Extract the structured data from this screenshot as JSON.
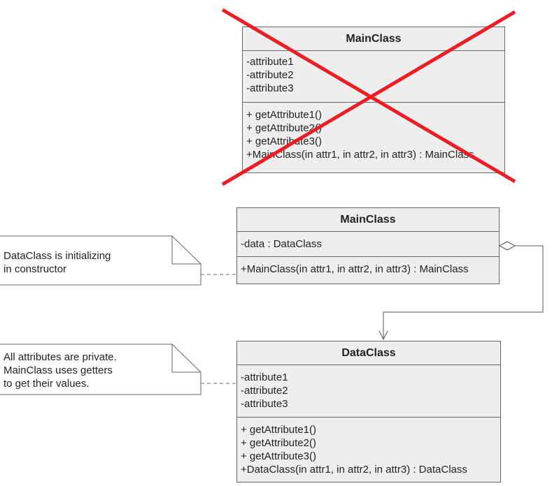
{
  "crossed_class": {
    "name": "MainClass",
    "attributes": [
      "-attribute1",
      "-attribute2",
      "-attribute3"
    ],
    "operations": [
      "+ getAttribute1()",
      "+ getAttribute2()",
      "+ getAttribute3()",
      "+MainClass(in attr1, in attr2, in attr3) : MainClass"
    ]
  },
  "main_class": {
    "name": "MainClass",
    "attributes": [
      "-data : DataClass"
    ],
    "operations": [
      "+MainClass(in attr1, in attr2, in attr3) : MainClass"
    ]
  },
  "data_class": {
    "name": "DataClass",
    "attributes": [
      "-attribute1",
      "-attribute2",
      "-attribute3"
    ],
    "operations": [
      "+ getAttribute1()",
      "+ getAttribute2()",
      "+ getAttribute3()",
      "+DataClass(in attr1, in attr2, in attr3) : DataClass"
    ]
  },
  "note_main": {
    "lines": [
      "DataClass is initializing",
      "in constructor"
    ]
  },
  "note_data": {
    "lines": [
      "All attributes are private.",
      "MainClass uses getters",
      "to get their values."
    ]
  },
  "colors": {
    "class_fill": "#eeeeee",
    "border": "#666666",
    "cross": "#ee1c24"
  }
}
